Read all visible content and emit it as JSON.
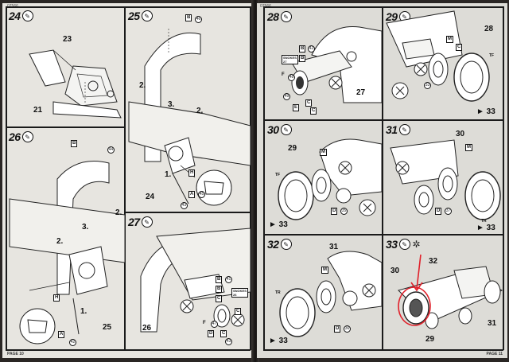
{
  "left_page": {
    "code": "07566",
    "footer": "PAGE 10",
    "steps": {
      "s24": {
        "num": "24",
        "labels": [
          "23",
          "21"
        ]
      },
      "s25": {
        "num": "25",
        "labels": [
          "2.",
          "3.",
          "2.",
          "1.",
          "24"
        ],
        "tags": [
          "B",
          "H",
          "A"
        ],
        "rings": [
          "46",
          "45",
          "43"
        ]
      },
      "s26": {
        "num": "26",
        "labels": [
          "2.",
          "3.",
          "2.",
          "1.",
          "25"
        ],
        "tags": [
          "B",
          "H",
          "A"
        ],
        "rings": [
          "44",
          "42"
        ]
      },
      "s27": {
        "num": "27",
        "labels": [
          "26"
        ],
        "tags": [
          "B",
          "B",
          "C",
          "C",
          "C",
          "D"
        ],
        "rings": [
          "41",
          "47",
          "43"
        ],
        "small": "SNOKES\n26",
        "extra": "F"
      }
    }
  },
  "right_page": {
    "code": "07566",
    "footer": "PAGE 11",
    "steps": {
      "s28": {
        "num": "28",
        "labels": [
          "27"
        ],
        "tags": [
          "B",
          "B",
          "E",
          "C",
          "C"
        ],
        "rings": [
          "42",
          "48",
          "49"
        ],
        "small": "SNOKES\n27",
        "extra": "F"
      },
      "s29": {
        "num": "29",
        "labels": [
          "28",
          "TF"
        ],
        "tags": [
          "M",
          "C"
        ],
        "rings": [
          "33"
        ],
        "arrow": "► 33"
      },
      "s30": {
        "num": "30",
        "labels": [
          "29",
          "TF"
        ],
        "tags": [
          "M",
          "D"
        ],
        "rings": [
          "35"
        ],
        "arrow": "► 33"
      },
      "s31": {
        "num": "31",
        "labels": [
          "30",
          "TR"
        ],
        "tags": [
          "M",
          "D"
        ],
        "rings": [
          "37"
        ],
        "arrow": "► 33"
      },
      "s32": {
        "num": "32",
        "labels": [
          "31",
          "TR"
        ],
        "tags": [
          "M",
          "D"
        ],
        "rings": [
          "36"
        ],
        "arrow": "► 33"
      },
      "s33": {
        "num": "33",
        "labels": [
          "30",
          "32",
          "31",
          "29"
        ]
      }
    }
  },
  "icons": {
    "step_icon": "glue-tube-icon",
    "paint_icon": "asterisk-icon"
  },
  "colors": {
    "annotation": "#e0202a"
  }
}
